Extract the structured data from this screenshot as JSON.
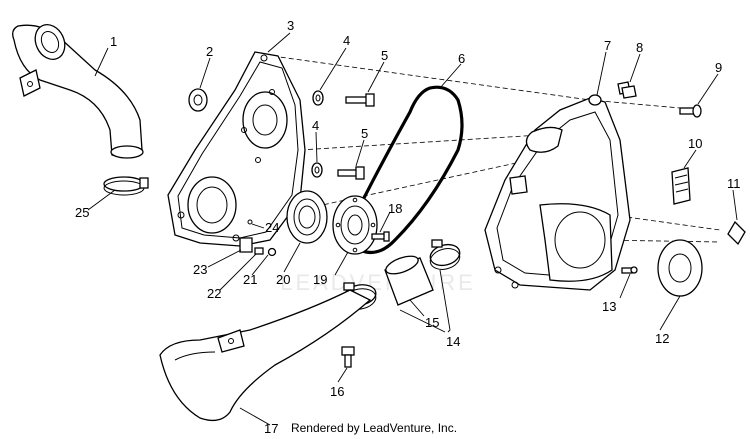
{
  "watermark": "LEADVENTURE",
  "footer": "Rendered by LeadVenture, Inc.",
  "callouts": {
    "p1": "1",
    "p2": "2",
    "p3": "3",
    "p4a": "4",
    "p4b": "4",
    "p5a": "5",
    "p5b": "5",
    "p6": "6",
    "p7": "7",
    "p8": "8",
    "p9": "9",
    "p10": "10",
    "p11": "11",
    "p12": "12",
    "p13": "13",
    "p14": "14",
    "p15": "15",
    "p16": "16",
    "p17": "17",
    "p18": "18",
    "p19": "19",
    "p20": "20",
    "p21": "21",
    "p22": "22",
    "p23": "23",
    "p24": "24",
    "p25": "25"
  }
}
